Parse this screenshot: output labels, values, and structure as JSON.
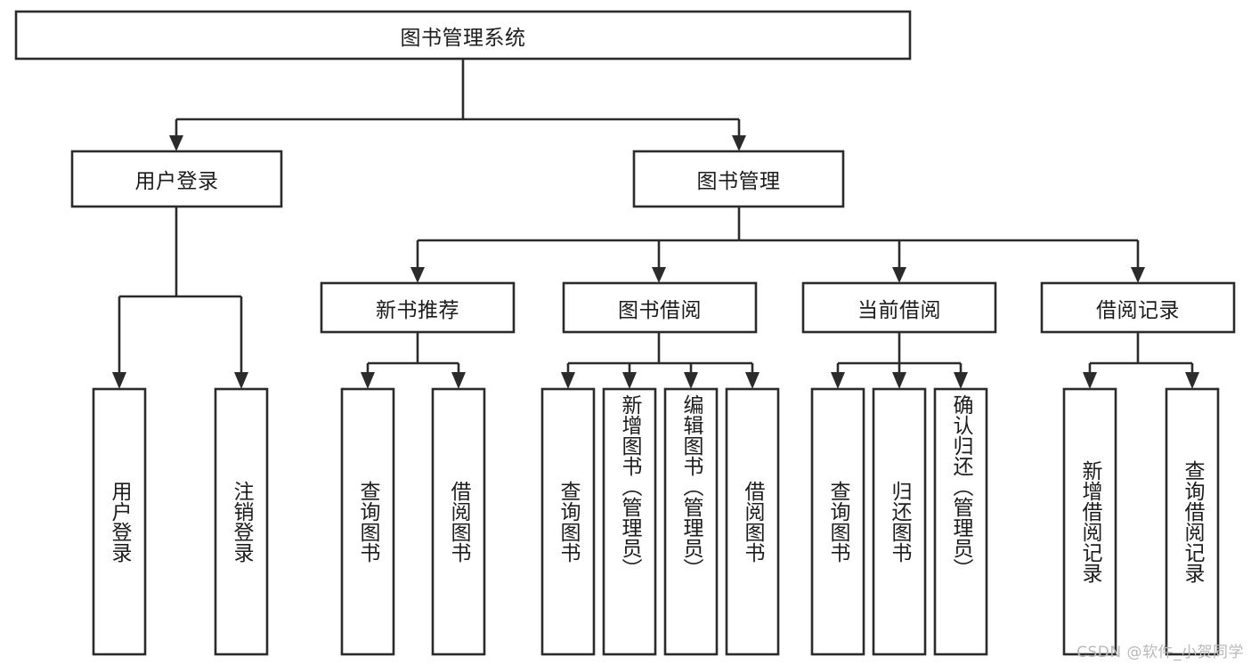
{
  "diagram": {
    "type": "tree",
    "title": "图书管理系统",
    "watermark": "CSDN @软件_小贺同学",
    "colors": {
      "stroke": "#2b2b2b",
      "fill": "#ffffff",
      "text": "#1c1c1c",
      "watermark": "#b9b9b9"
    },
    "root": {
      "label": "图书管理系统"
    },
    "level2": [
      {
        "label": "用户登录"
      },
      {
        "label": "图书管理"
      }
    ],
    "level3": [
      {
        "label": "新书推荐"
      },
      {
        "label": "图书借阅"
      },
      {
        "label": "当前借阅"
      },
      {
        "label": "借阅记录"
      }
    ],
    "leaves": {
      "user_login": [
        {
          "label": "用户登录"
        },
        {
          "label": "注销登录"
        }
      ],
      "new_book_recommend": [
        {
          "label": "查询图书"
        },
        {
          "label": "借阅图书"
        }
      ],
      "book_borrow": [
        {
          "label": "查询图书"
        },
        {
          "label": "新增图书（管理员）"
        },
        {
          "label": "编辑图书（管理员）"
        },
        {
          "label": "借阅图书"
        }
      ],
      "current_borrow": [
        {
          "label": "查询图书"
        },
        {
          "label": "归还图书"
        },
        {
          "label": "确认归还（管理员）"
        }
      ],
      "borrow_record": [
        {
          "label": "新增借阅记录"
        },
        {
          "label": "查询借阅记录"
        }
      ]
    }
  }
}
